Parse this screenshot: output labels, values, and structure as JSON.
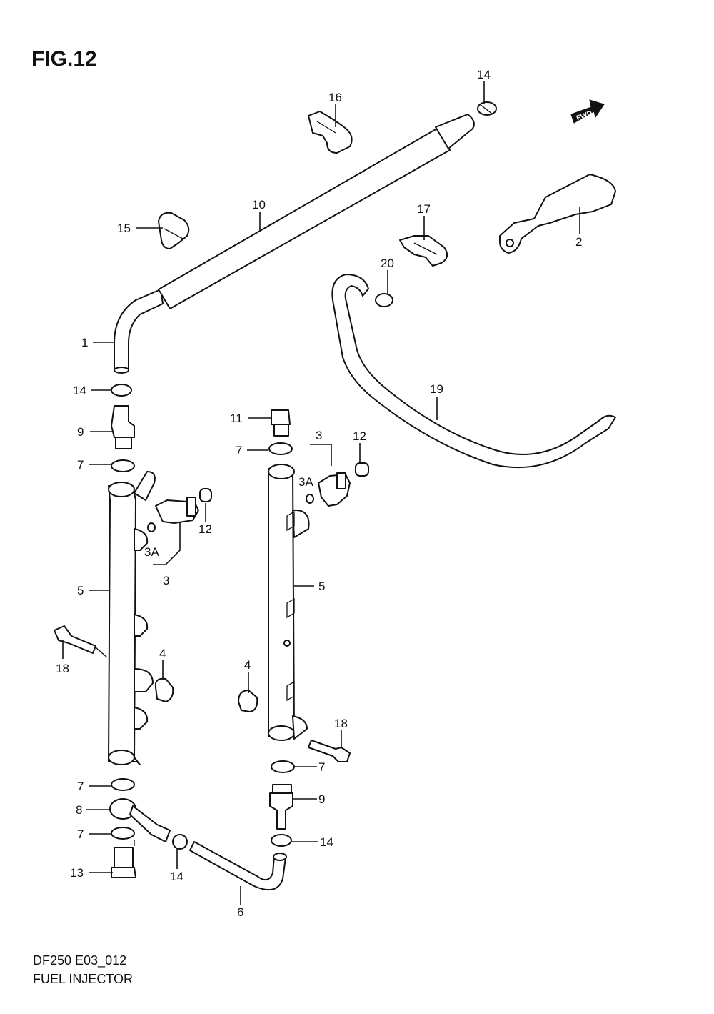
{
  "figure_title": "FIG.12",
  "fwd_label": "FWD",
  "footer": {
    "code": "DF250 E03_012",
    "name": "FUEL INJECTOR"
  },
  "callouts": [
    {
      "id": "c14a",
      "text": "14"
    },
    {
      "id": "c16",
      "text": "16"
    },
    {
      "id": "c10",
      "text": "10"
    },
    {
      "id": "c15",
      "text": "15"
    },
    {
      "id": "c17",
      "text": "17"
    },
    {
      "id": "c2",
      "text": "2"
    },
    {
      "id": "c20",
      "text": "20"
    },
    {
      "id": "c1",
      "text": "1"
    },
    {
      "id": "c19",
      "text": "19"
    },
    {
      "id": "c14b",
      "text": "14"
    },
    {
      "id": "c9a",
      "text": "9"
    },
    {
      "id": "c11",
      "text": "11"
    },
    {
      "id": "c3a",
      "text": "3"
    },
    {
      "id": "c12a",
      "text": "12"
    },
    {
      "id": "c7a",
      "text": "7"
    },
    {
      "id": "c7b",
      "text": "7"
    },
    {
      "id": "c3Aa",
      "text": "3A"
    },
    {
      "id": "c12b",
      "text": "12"
    },
    {
      "id": "c3Ab",
      "text": "3A"
    },
    {
      "id": "c3b",
      "text": "3"
    },
    {
      "id": "c5a",
      "text": "5"
    },
    {
      "id": "c5b",
      "text": "5"
    },
    {
      "id": "c18a",
      "text": "18"
    },
    {
      "id": "c4a",
      "text": "4"
    },
    {
      "id": "c4b",
      "text": "4"
    },
    {
      "id": "c18b",
      "text": "18"
    },
    {
      "id": "c7c",
      "text": "7"
    },
    {
      "id": "c7d",
      "text": "7"
    },
    {
      "id": "c8",
      "text": "8"
    },
    {
      "id": "c9b",
      "text": "9"
    },
    {
      "id": "c7e",
      "text": "7"
    },
    {
      "id": "c14c",
      "text": "14"
    },
    {
      "id": "c13",
      "text": "13"
    },
    {
      "id": "c14d",
      "text": "14"
    },
    {
      "id": "c6",
      "text": "6"
    }
  ]
}
